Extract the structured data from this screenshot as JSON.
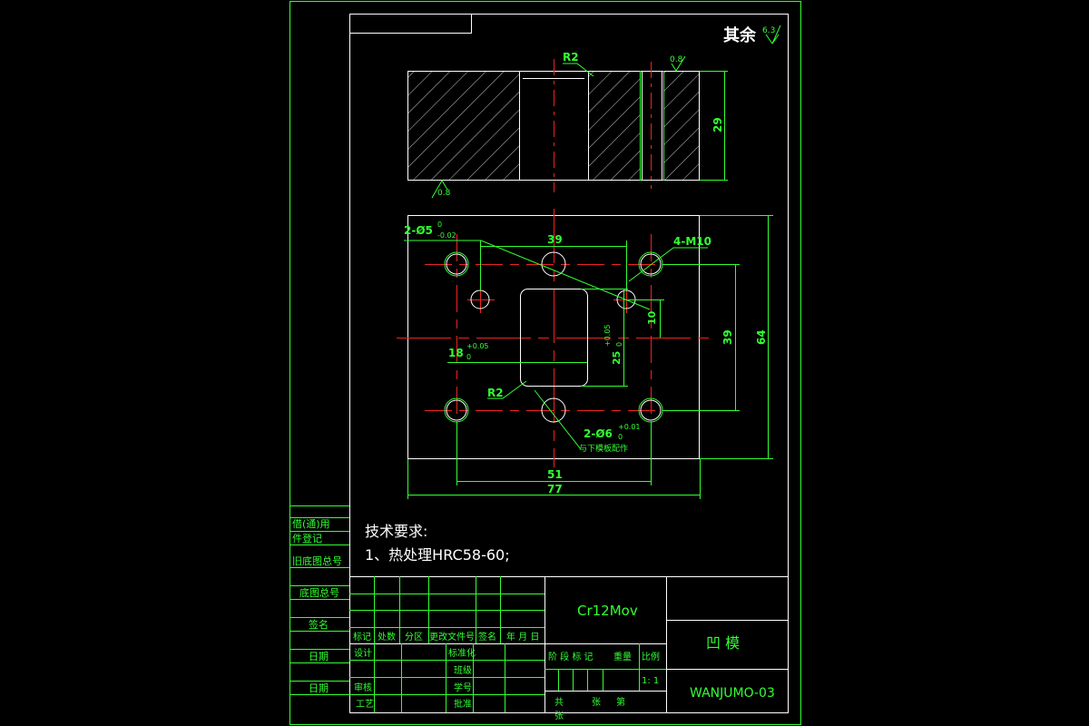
{
  "drawing": {
    "surface_note": "其余",
    "surface_note_value": "6.3",
    "section_view": {
      "r2_label": "R2",
      "roughness_top": "0.8",
      "roughness_bottom": "0.8",
      "height_dim": "29"
    },
    "plan_view": {
      "pin_hole_label": "2-Ø5",
      "pin_hole_tol_upper": "0",
      "pin_hole_tol_lower": "-0.02",
      "thread_label": "4-M10",
      "dim_39_h": "39",
      "dim_10": "10",
      "dim_39_v": "39",
      "dim_64": "64",
      "dim_25": "25",
      "dim_25_tol": "+0.05",
      "dim_25_tol_lower": "0",
      "dim_18": "18",
      "dim_18_tol_upper": "+0.05",
      "dim_18_tol_lower": "0",
      "r2_label": "R2",
      "pin6_label": "2-Ø6",
      "pin6_tol_upper": "+0.01",
      "pin6_tol_lower": "0",
      "pin6_note": "与下模板配作",
      "dim_51": "51",
      "dim_77": "77"
    },
    "tech_requirements": {
      "title": "技术要求:",
      "item1": "1、热处理HRC58-60;"
    }
  },
  "side_column": [
    "借(通)用",
    "件登记",
    "旧底图总号",
    "底图总号",
    "签名",
    "日期",
    "日期"
  ],
  "title_block": {
    "revision_headers": [
      "标记",
      "处数",
      "分区",
      "更改文件号",
      "签名",
      "年 月 日"
    ],
    "design": "设计",
    "standardization": "标准化",
    "class": "班级",
    "student_no": "学号",
    "review": "审核",
    "process": "工艺",
    "approve": "批准",
    "material": "Cr12Mov",
    "stage_headers": [
      "阶 段 标 记",
      "重量",
      "比例"
    ],
    "scale": "1: 1",
    "sheets_total": "共",
    "sheets_unit": "张",
    "sheet_no": "第",
    "sheet_unit2": "张",
    "part_name": "凹 模",
    "drawing_no": "WANJUMO-03"
  },
  "colors": {
    "background": "#000000",
    "dimension": "#33ff33",
    "outline": "#ffffff",
    "centerline": "#ee2222"
  }
}
